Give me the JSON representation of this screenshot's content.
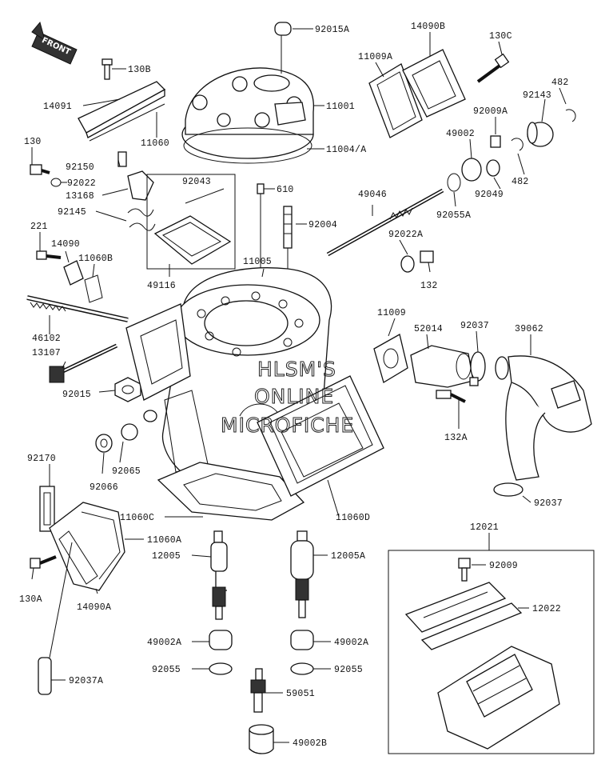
{
  "front_badge": "FRONT",
  "watermark": [
    "HLSM'S",
    "ONLINE",
    "MICROFICHE"
  ],
  "labels": {
    "l92015A": "92015A",
    "l14090B": "14090B",
    "l130C": "130C",
    "l130B": "130B",
    "l11009A": "11009A",
    "l14091": "14091",
    "l11001": "11001",
    "l482a": "482",
    "l92143": "92143",
    "l92009A": "92009A",
    "l11060": "11060",
    "l49002": "49002",
    "l130": "130",
    "l11004A": "11004/A",
    "l92150": "92150",
    "l92022": "92022",
    "l92043": "92043",
    "l13168": "13168",
    "l610": "610",
    "l49046": "49046",
    "l92049": "92049",
    "l482b": "482",
    "l92055A": "92055A",
    "l92145": "92145",
    "l92004": "92004",
    "l221": "221",
    "l14090": "14090",
    "l92022A": "92022A",
    "l11060B": "11060B",
    "l11005": "11005",
    "l49116": "49116",
    "l132": "132",
    "l46102": "46102",
    "l11009": "11009",
    "l52014": "52014",
    "l92037a": "92037",
    "l39062": "39062",
    "l13107": "13107",
    "l92015": "92015",
    "l132A": "132A",
    "l92170": "92170",
    "l92065": "92065",
    "l92066": "92066",
    "l92037b": "92037",
    "l11060C": "11060C",
    "l11060D": "11060D",
    "l11060A": "11060A",
    "l12021": "12021",
    "l12005": "12005",
    "l12005A": "12005A",
    "l130A": "130A",
    "l92009": "92009",
    "l14090A": "14090A",
    "l12022": "12022",
    "l49002Aa": "49002A",
    "l49002Ab": "49002A",
    "l92055a": "92055",
    "l92055b": "92055",
    "l92037A": "92037A",
    "l59051": "59051",
    "l49002B": "49002B"
  },
  "colors": {
    "ink": "#111111",
    "paper": "#ffffff"
  }
}
